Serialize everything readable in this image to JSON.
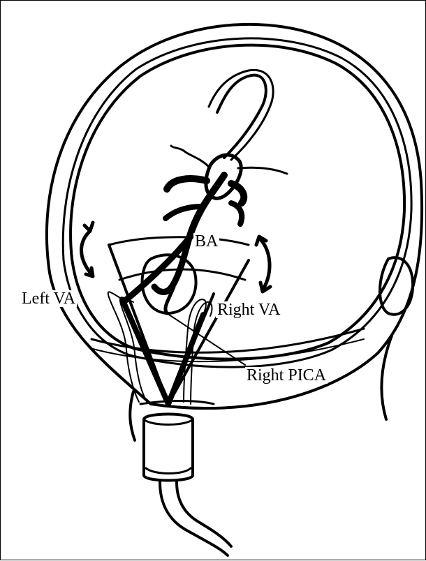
{
  "diagram": {
    "labels": {
      "ba": "BA",
      "left_va": "Left VA",
      "right_va": "Right VA",
      "right_pica": "Right PICA"
    },
    "stroke_color": "#000000",
    "background_color": "#ffffff"
  }
}
